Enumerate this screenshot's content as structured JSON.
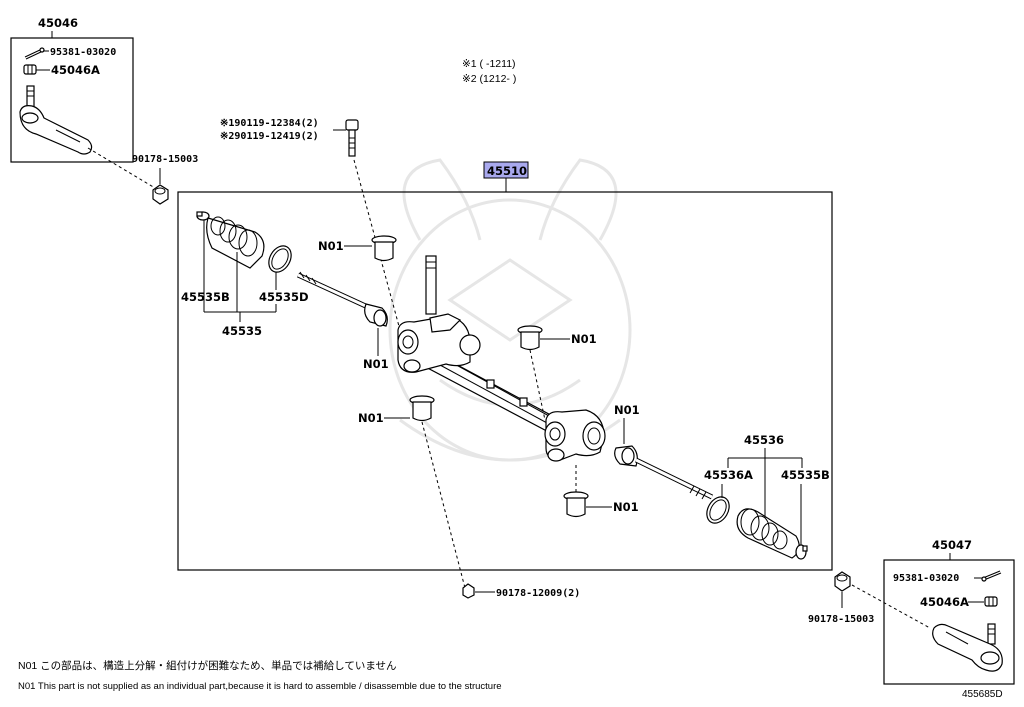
{
  "labels": {
    "p45046": "45046",
    "p95381_left": "95381-03020",
    "p45046A_left": "45046A",
    "p90178_15003_left": "90178-15003",
    "bolt_note1": "※190119-12384(2)",
    "bolt_note2": "※290119-12419(2)",
    "legend1": "※1 (     -1211)",
    "legend2": "※2 (1212-     )",
    "p45510": "45510",
    "n01_a": "N01",
    "n01_b": "N01",
    "n01_c": "N01",
    "n01_d": "N01",
    "n01_e": "N01",
    "n01_f": "N01",
    "p45535B": "45535B",
    "p45535D": "45535D",
    "p45535": "45535",
    "p45536": "45536",
    "p45536A": "45536A",
    "p45535B_right": "45535B",
    "p90178_12009": "90178-12009(2)",
    "p45047": "45047",
    "p95381_right": "95381-03020",
    "p45046A_right": "45046A",
    "p90178_15003_right": "90178-15003"
  },
  "footnotes": {
    "jp": "N01 この部品は、構造上分解・組付けが困難なため、単品では補給していません",
    "en": "N01 This part is not supplied as an individual part,because it is hard to assemble / disassemble due to the structure"
  },
  "figure_id": "455685D",
  "colors": {
    "highlight": "#a9a9ee",
    "line": "#000000"
  }
}
